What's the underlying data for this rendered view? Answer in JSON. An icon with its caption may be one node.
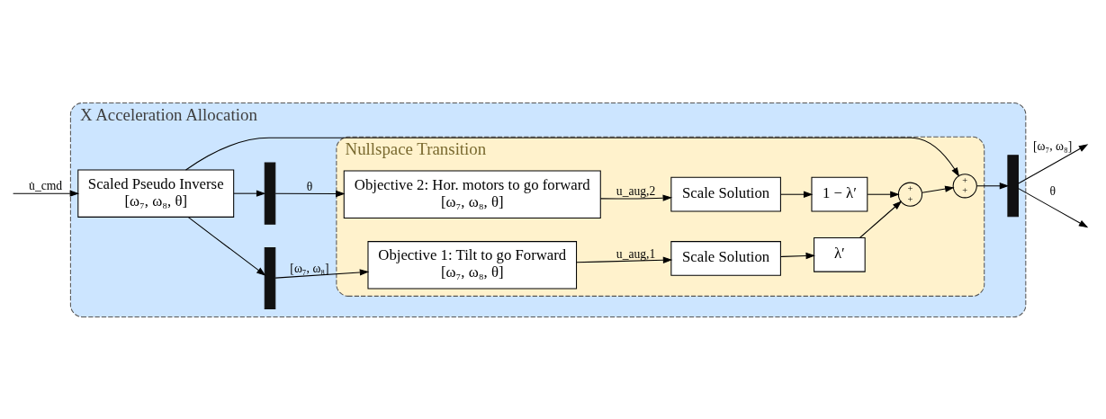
{
  "diagram": {
    "nodes": [
      {
        "text": [
          "X Acceleration Allocation"
        ]
      },
      {
        "text": [
          "Scaled Pseudo Inverse",
          "[ω₇, ω₈, θ]"
        ],
        "in": 0
      },
      {
        "text": [],
        "shape": "bar",
        "in": 0
      },
      {
        "text": [],
        "shape": "bar",
        "in": 0
      },
      {
        "text": [
          "Nullspace Transition"
        ],
        "in": 0
      },
      {
        "text": [
          "Objective 1: Tilt to go Forward",
          "[ω₇, ω₈, θ]"
        ],
        "in": 4
      },
      {
        "text": [
          "Objective 2: Hor. motors to go forward",
          "[ω₇, ω₈, θ]"
        ],
        "in": 4
      },
      {
        "text": [
          "Scale Solution"
        ],
        "in": 4
      },
      {
        "text": [
          "Scale Solution"
        ],
        "in": 4
      },
      {
        "text": [
          "λ′"
        ],
        "in": 4
      },
      {
        "text": [
          "1 − λ′"
        ],
        "in": 4
      },
      {
        "text": [
          "+",
          "+"
        ],
        "in": 4
      },
      {
        "text": [
          "+",
          "+"
        ],
        "in": 4
      },
      {
        "text": [],
        "shape": "bar",
        "in": 0
      }
    ],
    "edges": [
      {
        "from": null,
        "to": 1,
        "arrow": "to",
        "label": "u̇_cmd"
      },
      {
        "from": 1,
        "to": 11,
        "arrow": "to"
      },
      {
        "from": 1,
        "to": 2,
        "arrow": "to"
      },
      {
        "from": 1,
        "to": 3,
        "arrow": "to"
      },
      {
        "from": 2,
        "to": 5,
        "arrow": "to",
        "label": "[ω₇, ω₈]"
      },
      {
        "from": 3,
        "to": 6,
        "arrow": "to",
        "label": "θ"
      },
      {
        "from": 5,
        "to": 7,
        "arrow": "to",
        "label": "u_aug,1"
      },
      {
        "from": 6,
        "to": 8,
        "arrow": "to",
        "label": "u_aug,2"
      },
      {
        "from": 7,
        "to": 9,
        "arrow": "to"
      },
      {
        "from": 8,
        "to": 10,
        "arrow": "to"
      },
      {
        "from": 9,
        "to": 12,
        "arrow": "to"
      },
      {
        "from": 10,
        "to": 12,
        "arrow": "to"
      },
      {
        "from": 12,
        "to": 11,
        "arrow": "to"
      },
      {
        "from": 11,
        "to": 13,
        "arrow": "to"
      },
      {
        "from": 13,
        "to": null,
        "arrow": "to",
        "label": "[ω₇, ω₈]"
      },
      {
        "from": 13,
        "to": null,
        "arrow": "to",
        "label": "θ"
      }
    ]
  }
}
